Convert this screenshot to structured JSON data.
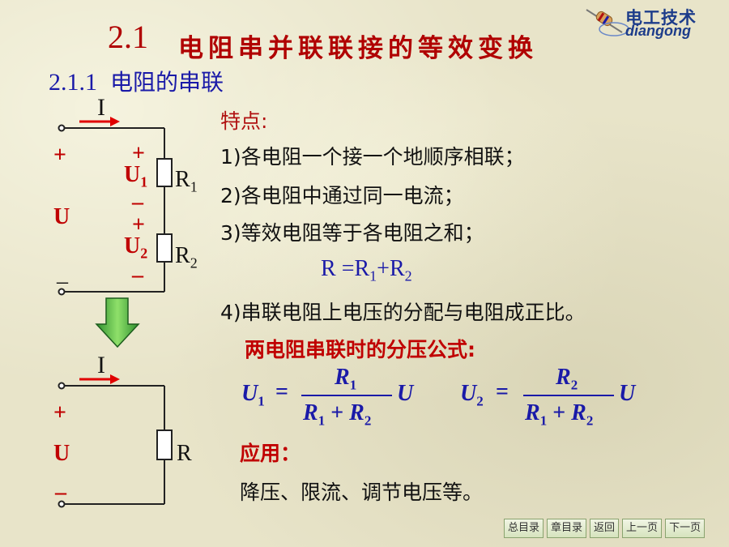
{
  "title": {
    "number": "2.1",
    "text": "电阻串并联联接的等效变换"
  },
  "section": {
    "number": "2.1.1",
    "text": "电阻的串联"
  },
  "logo": {
    "title": "电工技术",
    "subtitle": "diangong"
  },
  "circuit1": {
    "current": "I",
    "plus_left": "+",
    "minus_left": "–",
    "voltage": "U",
    "u1": "U",
    "u1_sub": "1",
    "u2": "U",
    "u2_sub": "2",
    "plus1": "+",
    "minus1": "–",
    "plus2": "+",
    "minus2": "–",
    "r1": "R",
    "r1_sub": "1",
    "r2": "R",
    "r2_sub": "2"
  },
  "circuit2": {
    "current": "I",
    "plus": "+",
    "voltage": "U",
    "minus": "–",
    "r": "R"
  },
  "features": {
    "heading": "特点:",
    "items": [
      "1)各电阻一个接一个地顺序相联；",
      "2)各电阻中通过同一电流；",
      "3)等效电阻等于各电阻之和；",
      "4)串联电阻上电压的分配与电阻成正比。"
    ],
    "equation": {
      "r": "R",
      "eq": "=R",
      "sub1": "1",
      "plus": "+R",
      "sub2": "2"
    }
  },
  "divider": {
    "heading": "两电阻串联时的分压公式:",
    "f1": {
      "lhs": "U",
      "lhs_sub": "1",
      "num": "R",
      "num_sub": "1",
      "den_a": "R",
      "den_a_sub": "1",
      "den_plus": "+",
      "den_b": "R",
      "den_b_sub": "2",
      "rhs": "U"
    },
    "f2": {
      "lhs": "U",
      "lhs_sub": "2",
      "num": "R",
      "num_sub": "2",
      "den_a": "R",
      "den_a_sub": "1",
      "den_plus": "+",
      "den_b": "R",
      "den_b_sub": "2",
      "rhs": "U"
    }
  },
  "application": {
    "heading": "应用：",
    "text": "降压、限流、调节电压等。"
  },
  "nav": {
    "toc": "总目录",
    "chapter": "章目录",
    "back": "返回",
    "prev": "上一页",
    "next": "下一页"
  }
}
